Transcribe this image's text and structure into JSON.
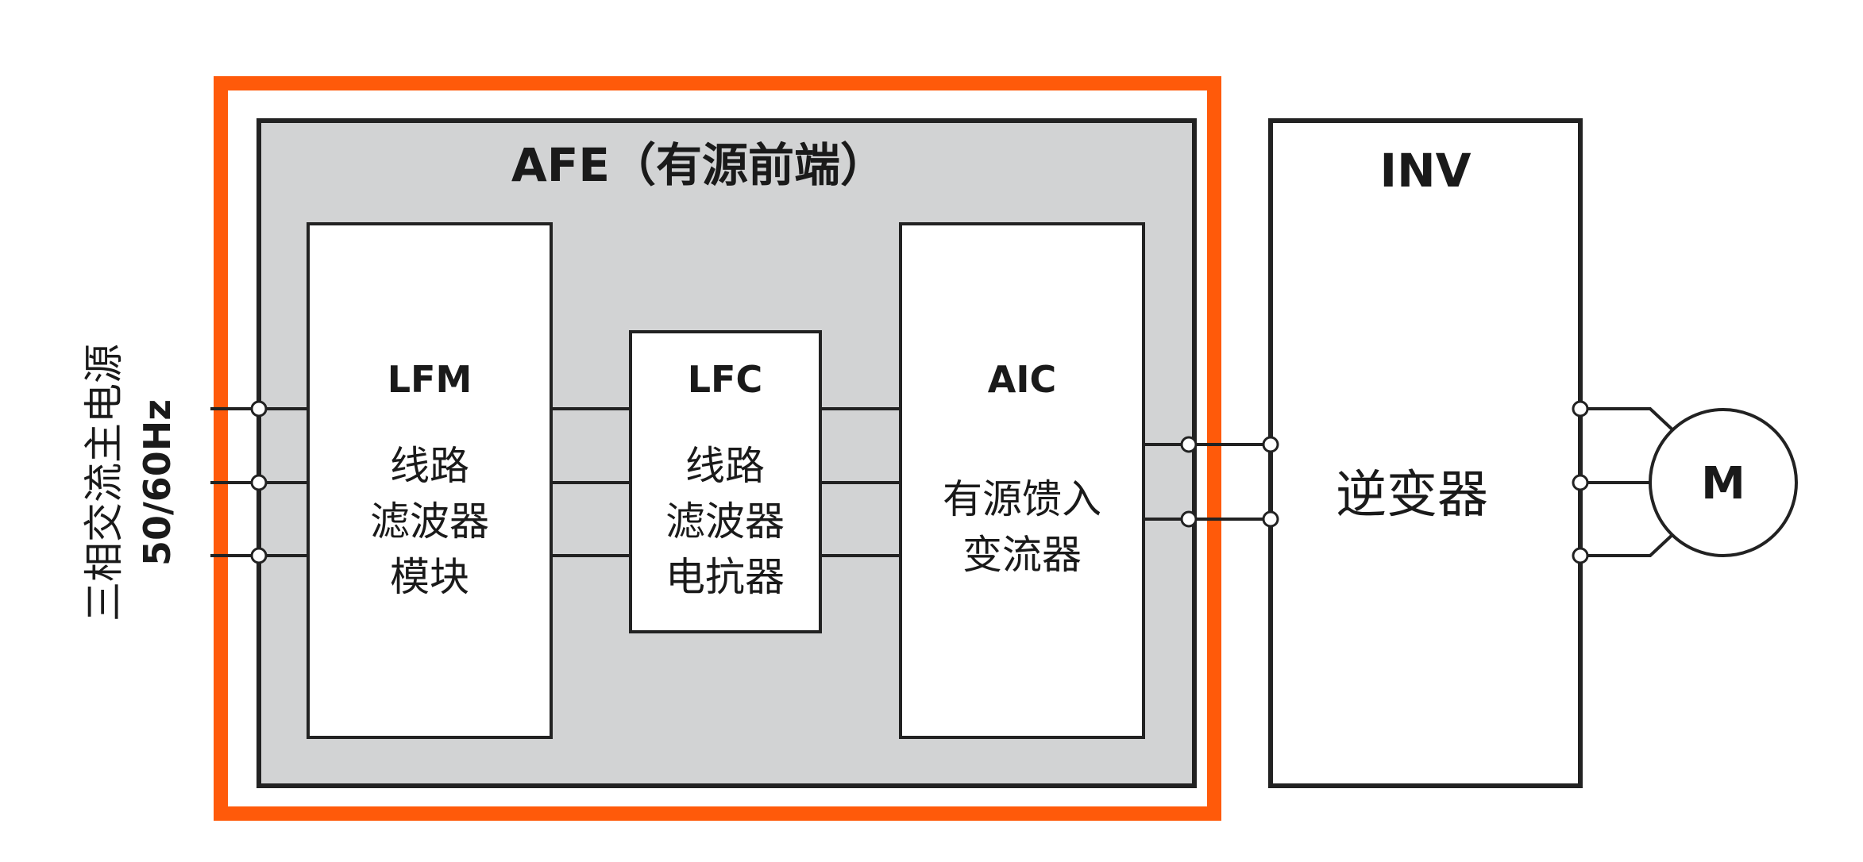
{
  "colors": {
    "afe_highlight": "#ff5a0a",
    "afe_fill": "#d2d3d4",
    "line": "#222222",
    "box_fill": "#ffffff"
  },
  "input": {
    "label_line1": "三相交流主电源",
    "label_line2": "50/60Hz"
  },
  "afe": {
    "title": "AFE（有源前端）"
  },
  "lfm": {
    "code": "LFM",
    "desc": [
      "线路",
      "滤波器",
      "模块"
    ]
  },
  "lfc": {
    "code": "LFC",
    "desc": [
      "线路",
      "滤波器",
      "电抗器"
    ]
  },
  "aic": {
    "code": "AIC",
    "desc": [
      "有源馈入",
      "变流器"
    ]
  },
  "inv": {
    "code": "INV",
    "desc": "逆变器"
  },
  "motor": {
    "label": "M"
  }
}
